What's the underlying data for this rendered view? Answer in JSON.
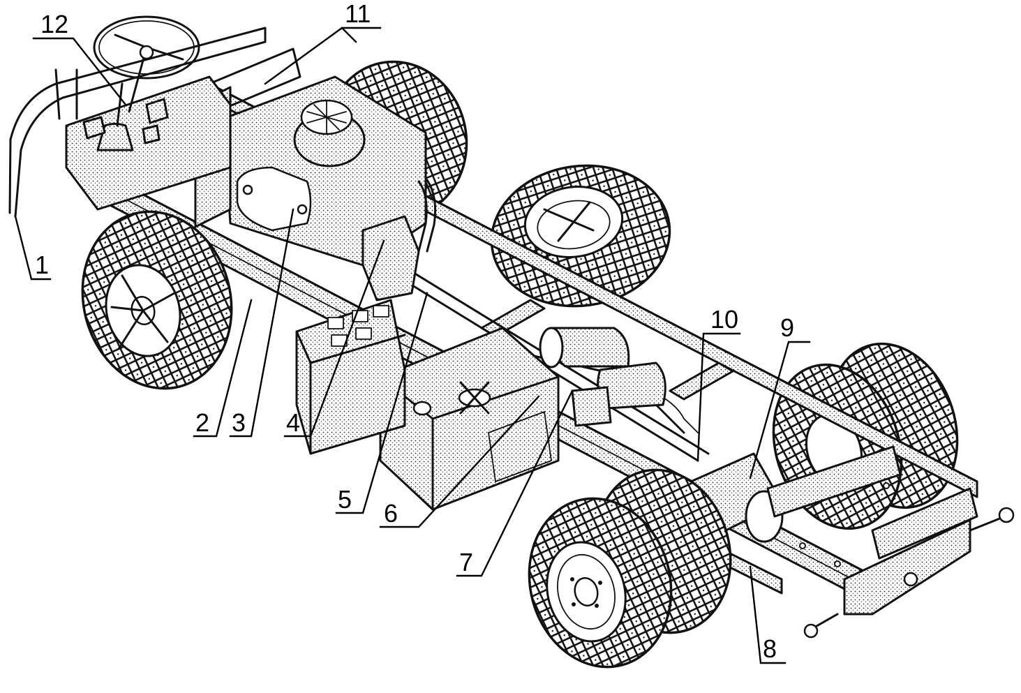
{
  "figure": {
    "callouts": [
      {
        "id": "c1",
        "label": "1"
      },
      {
        "id": "c2",
        "label": "2"
      },
      {
        "id": "c3",
        "label": "3"
      },
      {
        "id": "c4",
        "label": "4"
      },
      {
        "id": "c5",
        "label": "5"
      },
      {
        "id": "c6",
        "label": "6"
      },
      {
        "id": "c7",
        "label": "7"
      },
      {
        "id": "c8",
        "label": "8"
      },
      {
        "id": "c9",
        "label": "9"
      },
      {
        "id": "c10",
        "label": "10"
      },
      {
        "id": "c11",
        "label": "11"
      },
      {
        "id": "c12",
        "label": "12"
      }
    ]
  },
  "colors": {
    "ink": "#111111",
    "background": "#ffffff"
  }
}
